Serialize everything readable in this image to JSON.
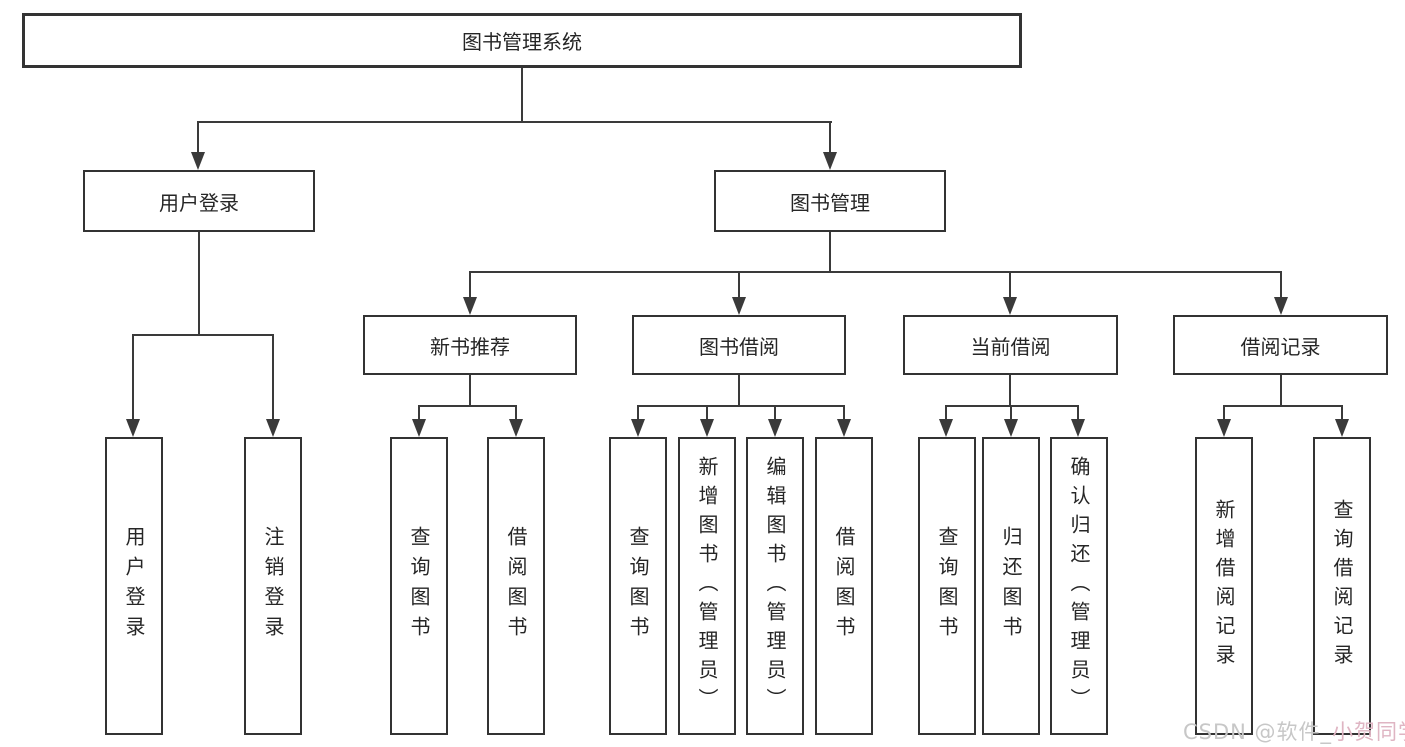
{
  "diagram": {
    "root": "图书管理系统",
    "level2": {
      "user_login": "用户登录",
      "book_mgmt": "图书管理"
    },
    "level3": {
      "new_books": "新书推荐",
      "borrow": "图书借阅",
      "current": "当前借阅",
      "records": "借阅记录"
    },
    "leaves": {
      "user_login_1": "用户登录",
      "user_login_2": "注销登录",
      "new_books_1": "查询图书",
      "new_books_2": "借阅图书",
      "borrow_1": "查询图书",
      "borrow_2": "新增图书（管理员）",
      "borrow_3": "编辑图书（管理员）",
      "borrow_4": "借阅图书",
      "current_1": "查询图书",
      "current_2": "归还图书",
      "current_3": "确认归还（管理员）",
      "records_1": "新增借阅记录",
      "records_2": "查询借阅记录"
    },
    "colors": {
      "line": "#3a3a3a",
      "border": "#333333",
      "watermark_gray": "#c7c7c7",
      "watermark_pink": "#dfb5c3"
    },
    "watermark": {
      "prefix": "CSDN @软件_",
      "name": "小贺同学"
    }
  }
}
